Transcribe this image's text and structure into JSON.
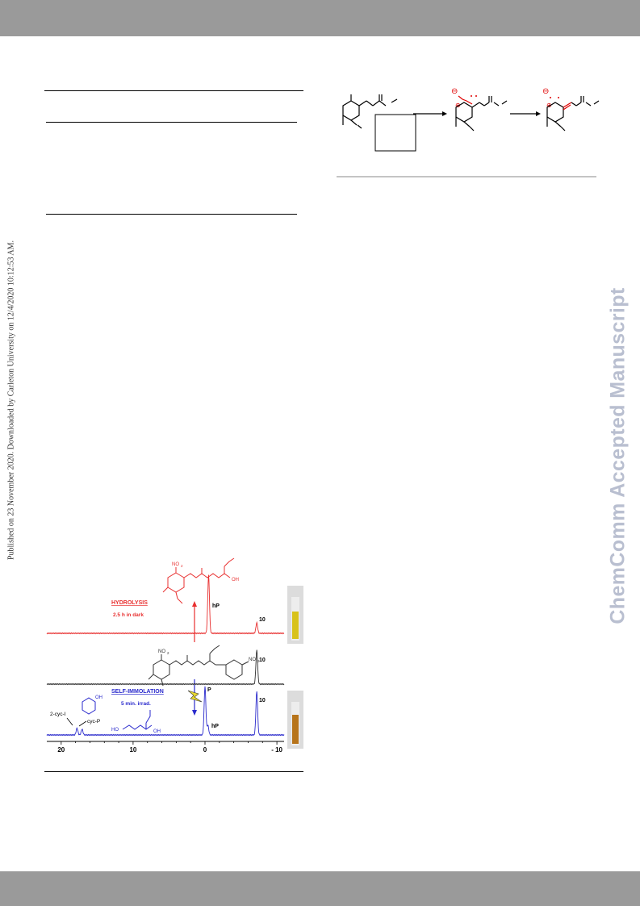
{
  "sidebar_stamp": "Published on 23 November 2020. Downloaded by Carleton University on 12/4/2020 10:12:53 AM.",
  "watermark": "ChemComm Accepted Manuscript",
  "figure": {
    "annotations": {
      "hydrolysis": "HYDROLYSIS",
      "hydrolysis_time": "2.5 h in dark",
      "self_immolation": "SELF-IMMOLATION",
      "irradiation_time": "5 min. irrad.",
      "peak_top_hp": "hP",
      "peak_top_10": "10",
      "peak_mid_10": "10",
      "peak_bottom_p": "P",
      "peak_bottom_hp": "hP",
      "peak_bottom_10": "10",
      "cyc_i": "2-cyc-I",
      "cyc_p": "cyc-P"
    },
    "structure_labels": {
      "no2": "NO",
      "no2_sub": "2",
      "oh": "OH",
      "o": "O",
      "p": "P",
      "ho": "HO"
    },
    "scheme_charges": {
      "minus": "⊖",
      "plus": "⊕"
    },
    "colors": {
      "hydrolysis": "#e83030",
      "self_immolation": "#2a2acc",
      "control": "#303030",
      "vial_yellow": "#d8c21a",
      "vial_orange": "#b7741a"
    }
  },
  "chart_data": {
    "type": "line",
    "xlabel": "",
    "ylabel": "",
    "x_ticks": [
      20,
      10,
      0,
      -10
    ],
    "x_tick_labels": [
      "20",
      "10",
      "0",
      "- 10"
    ],
    "xlim": [
      22,
      -11
    ],
    "series": [
      {
        "color": "#e83030",
        "peaks": [
          {
            "x": -0.5,
            "h": 1.0
          },
          {
            "x": -7.2,
            "h": 0.18
          }
        ]
      },
      {
        "color": "#303030",
        "peaks": [
          {
            "x": -7.2,
            "h": 1.0
          }
        ]
      },
      {
        "color": "#2a2acc",
        "peaks": [
          {
            "x": 17.8,
            "h": 0.14
          },
          {
            "x": 17.1,
            "h": 0.12
          },
          {
            "x": 0.0,
            "h": 1.0
          },
          {
            "x": -0.4,
            "h": 0.2
          },
          {
            "x": -7.2,
            "h": 0.9
          }
        ]
      }
    ]
  }
}
